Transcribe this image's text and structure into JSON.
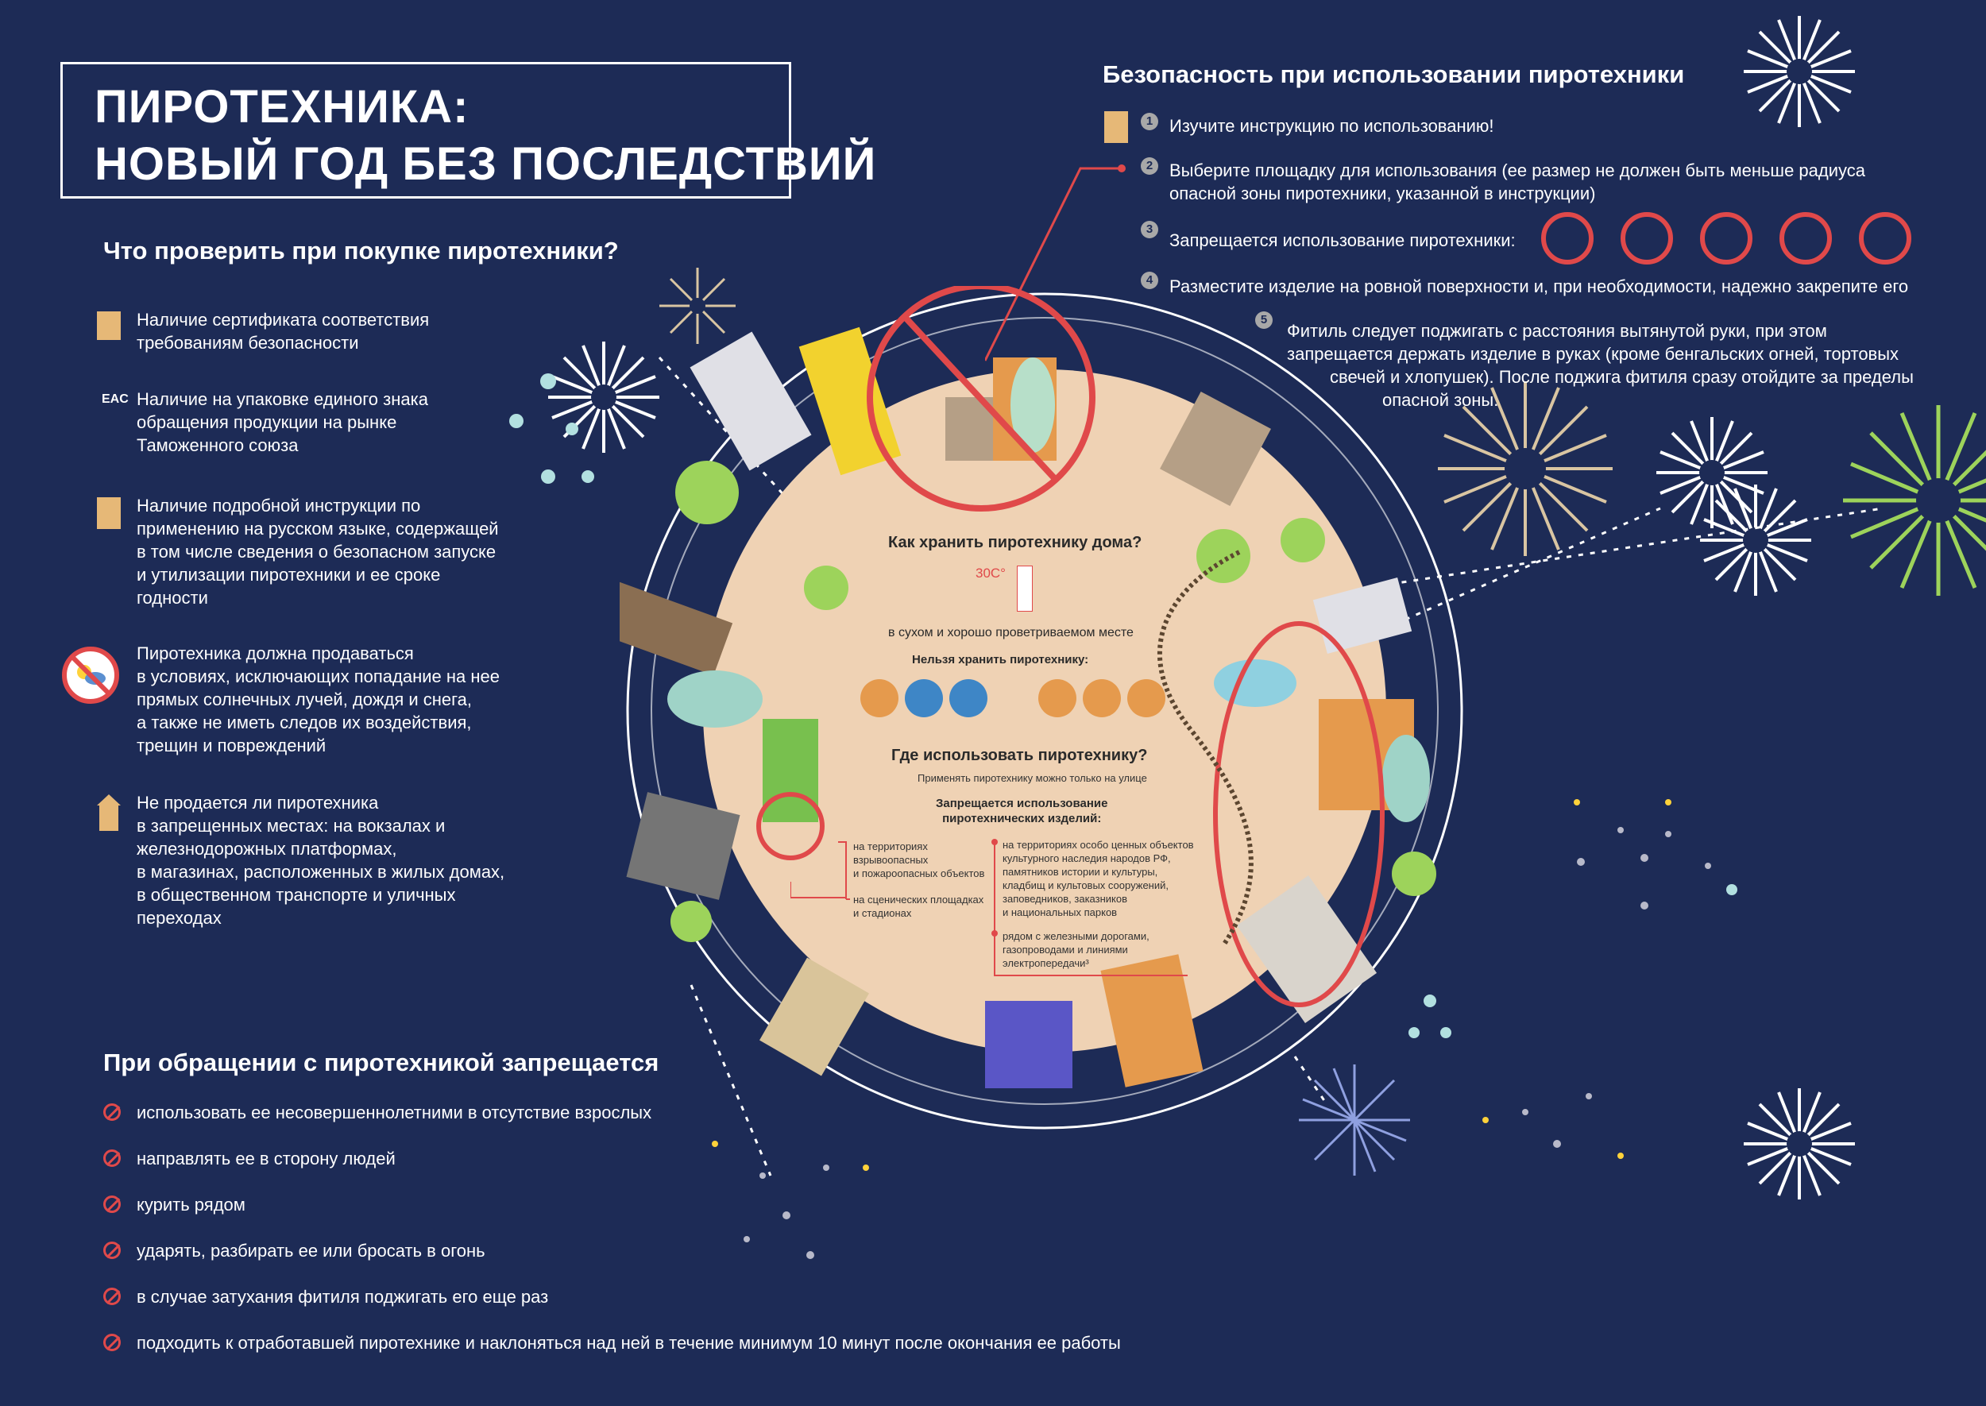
{
  "title": {
    "line1": "ПИРОТЕХНИКА:",
    "line2": "НОВЫЙ ГОД БЕЗ ПОСЛЕДСТВИЙ"
  },
  "purchase": {
    "heading": "Что проверить при покупке пиротехники?",
    "items": [
      {
        "icon": "certificate-icon",
        "lines": [
          "Наличие сертификата соответствия",
          "требованиям безопасности"
        ]
      },
      {
        "icon": "eac-mark-icon",
        "mark": "EAC",
        "lines": [
          "Наличие на упаковке единого знака",
          "обращения продукции на рынке",
          "Таможенного союза"
        ]
      },
      {
        "icon": "instruction-icon",
        "lines": [
          "Наличие подробной инструкции по",
          "применению на русском языке, содержащей",
          "в том числе сведения о безопасном запуске",
          "и утилизации пиротехники и ее сроке",
          "годности"
        ]
      },
      {
        "icon": "no-weather-icon",
        "lines": [
          "Пиротехника должна продаваться",
          "в условиях, исключающих попадание на нее",
          "прямых солнечных лучей, дождя и снега,",
          "а также не иметь следов их воздействия,",
          "трещин и повреждений"
        ]
      },
      {
        "icon": "house-icon",
        "lines": [
          "Не продается ли пиротехника",
          "в запрещенных местах: на вокзалах и",
          "железнодорожных платформах,",
          "в магазинах, расположенных в жилых домах,",
          "в общественном транспорте и уличных",
          "переходах"
        ]
      }
    ]
  },
  "safety": {
    "heading": "Безопасность при использовании пиротехники",
    "steps": [
      {
        "n": "1",
        "lines": [
          "Изучите инструкцию по использованию!"
        ]
      },
      {
        "n": "2",
        "lines": [
          "Выберите площадку для использования (ее размер не должен быть меньше радиуса",
          "опасной зоны пиротехники, указанной в инструкции)"
        ]
      },
      {
        "n": "3",
        "lines": [
          "Запрещается использование пиротехники:"
        ]
      },
      {
        "n": "4",
        "lines": [
          "Разместите изделие на ровной поверхности и, при необходимости, надежно закрепите его"
        ]
      },
      {
        "n": "5",
        "lines": [
          "Фитиль следует поджигать с расстояния вытянутой руки, при этом",
          "запрещается держать  изделие в руках (кроме бенгальских огней, тортовых",
          "свечей и хлопушек).  После поджига фитиля сразу отойдите за пределы",
          "опасной зоны."
        ]
      }
    ]
  },
  "circle": {
    "storage_heading": "Как хранить пиротехнику дома?",
    "temp": "30С°",
    "storage_text": "в сухом и хорошо проветриваемом месте",
    "no_store_heading": "Нельзя хранить пиротехнику:",
    "use_heading": "Где использовать пиротехнику?",
    "use_sub": "Применять пиротехнику можно только на улице",
    "forbid_heading_1": "Запрещается использование",
    "forbid_heading_2": "пиротехнических изделий:",
    "left_items": [
      {
        "lines": [
          "на территориях",
          "взрывоопасных",
          "и пожароопасных объектов"
        ]
      },
      {
        "lines": [
          "на сценических площадках",
          "и стадионах"
        ]
      }
    ],
    "right_items": [
      {
        "lines": [
          "на территориях особо ценных объектов",
          "культурного наследия народов РФ,",
          "памятников истории и культуры,",
          "кладбищ и культовых сооружений,",
          "заповедников, заказников",
          "и национальных парков"
        ]
      },
      {
        "lines": [
          "рядом с железными дорогами,",
          "газопроводами и линиями",
          "электропередачи³"
        ]
      }
    ]
  },
  "prohibited": {
    "heading": "При обращении с пиротехникой запрещается",
    "items": [
      "использовать ее несовершеннолетними в отсутствие взрослых",
      "направлять ее в сторону людей",
      "курить рядом",
      "ударять, разбирать ее или  бросать в огонь",
      "в случае затухания фитиля поджигать его еще раз",
      "подходить к отработавшей пиротехнике и наклоняться над ней в течение минимум 10 минут после окончания ее работы"
    ]
  },
  "colors": {
    "background": "#1d2b56",
    "accent_red": "#e0494a",
    "circle_fill": "#efd2b4",
    "tan": "#e6b877",
    "green": "#9dd35b"
  }
}
